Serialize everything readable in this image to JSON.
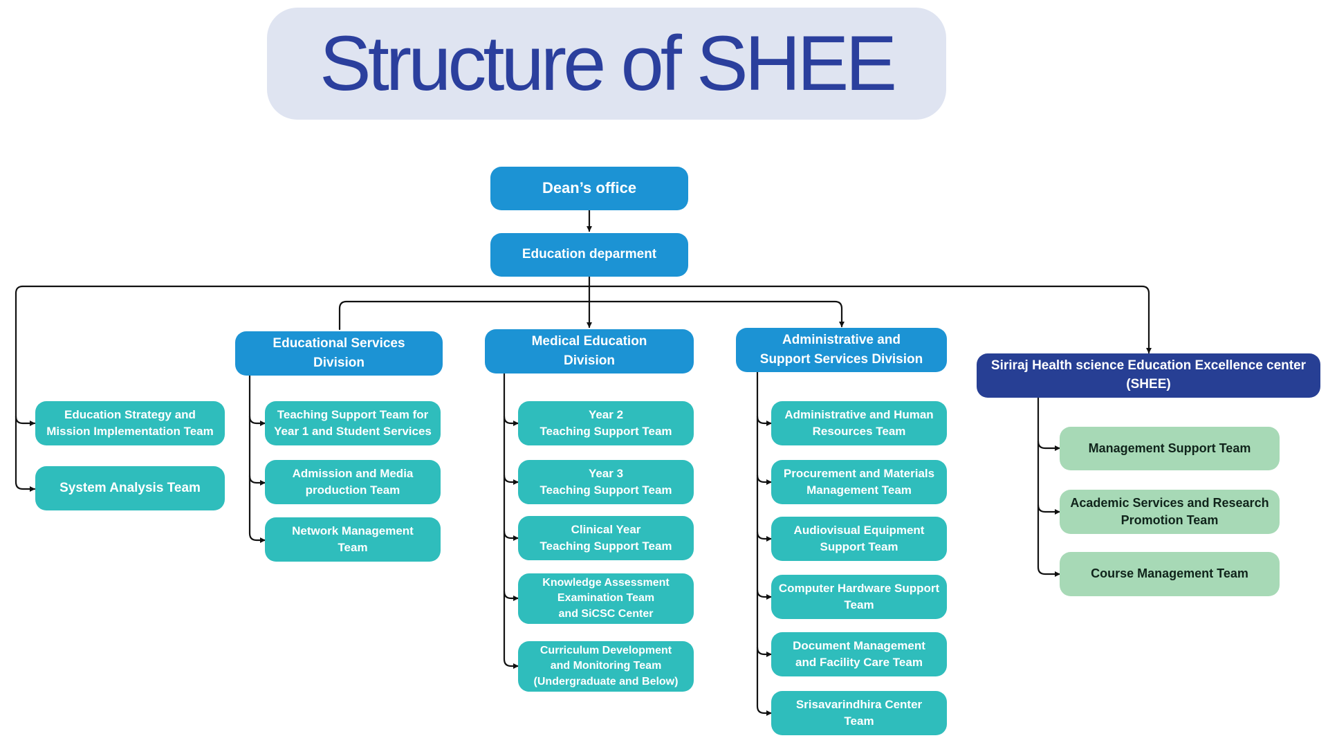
{
  "title": "Structure of SHEE",
  "colors": {
    "title_bg": "#dfe4f1",
    "title_text": "#2b3f9d",
    "primary_blue": "#1c93d4",
    "team_teal": "#2fbdbc",
    "shee_navy": "#273f94",
    "shee_team_green": "#a7d9b6",
    "connector": "#111111"
  },
  "top": {
    "deans_office": "Dean’s office",
    "education_department": "Education deparment"
  },
  "direct_teams": [
    "Education Strategy and\nMission Implementation Team",
    "System Analysis Team"
  ],
  "divisions": {
    "educational_services": {
      "label": "Educational Services\nDivision",
      "teams": [
        "Teaching Support Team for\nYear 1 and Student Services",
        "Admission and Media\nproduction Team",
        "Network Management\nTeam"
      ]
    },
    "medical_education": {
      "label": "Medical Education\nDivision",
      "teams": [
        "Year 2\nTeaching Support Team",
        "Year 3\nTeaching Support Team",
        "Clinical Year\nTeaching Support Team",
        "Knowledge Assessment\nExamination Team\nand SiCSC Center",
        "Curriculum Development\nand Monitoring Team\n(Undergraduate and Below)"
      ]
    },
    "administrative_support": {
      "label": "Administrative and\nSupport Services Division",
      "teams": [
        "Administrative and Human\nResources Team",
        "Procurement and Materials\nManagement Team",
        "Audiovisual Equipment\nSupport Team",
        "Computer Hardware Support\nTeam",
        "Document Management\nand Facility Care Team",
        "Srisavarindhira Center\nTeam"
      ]
    },
    "shee_center": {
      "label": "Siriraj Health science Education Excellence center\n(SHEE)",
      "teams": [
        "Management Support Team",
        "Academic Services and Research\nPromotion Team",
        "Course Management Team"
      ]
    }
  }
}
